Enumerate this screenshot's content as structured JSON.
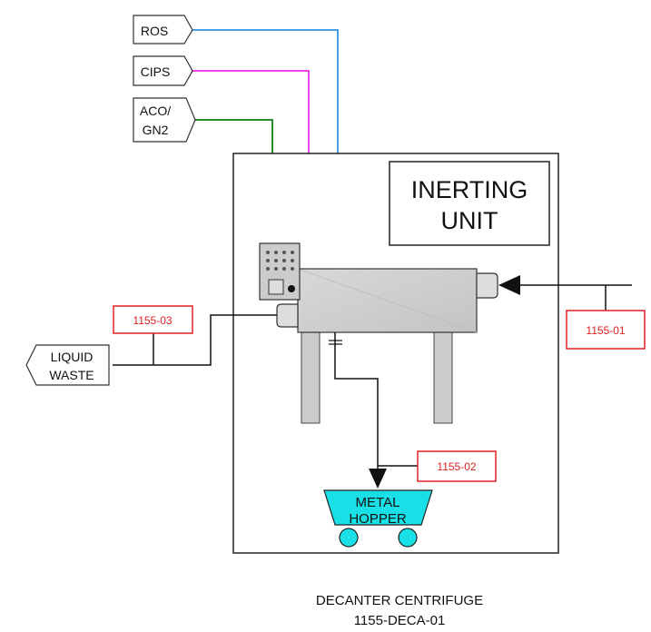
{
  "flags": {
    "ros": "ROS",
    "cips": "CIPS",
    "aco_line1": "ACO/",
    "aco_line2": "GN2",
    "liquid_line1": "LIQUID",
    "liquid_line2": "WASTE"
  },
  "inerting_unit": {
    "line1": "INERTING",
    "line2": "UNIT"
  },
  "tags": {
    "outlet_liquid": "1155-03",
    "feed_inlet": "1155-01",
    "solids_outlet": "1155-02"
  },
  "hopper": {
    "line1": "METAL",
    "line2": "HOPPER"
  },
  "caption": {
    "line1": "DECANTER CENTRIFUGE",
    "line2": "1155-DECA-01"
  },
  "colors": {
    "ros_line": "#4a9fe8",
    "cips_line": "#ee44ee",
    "aco_line": "#2e8b2e",
    "tag_border": "#e02020",
    "tag_text": "#e02020",
    "hopper_fill": "#19e0e6",
    "equipment_fill": "#cccccc"
  }
}
